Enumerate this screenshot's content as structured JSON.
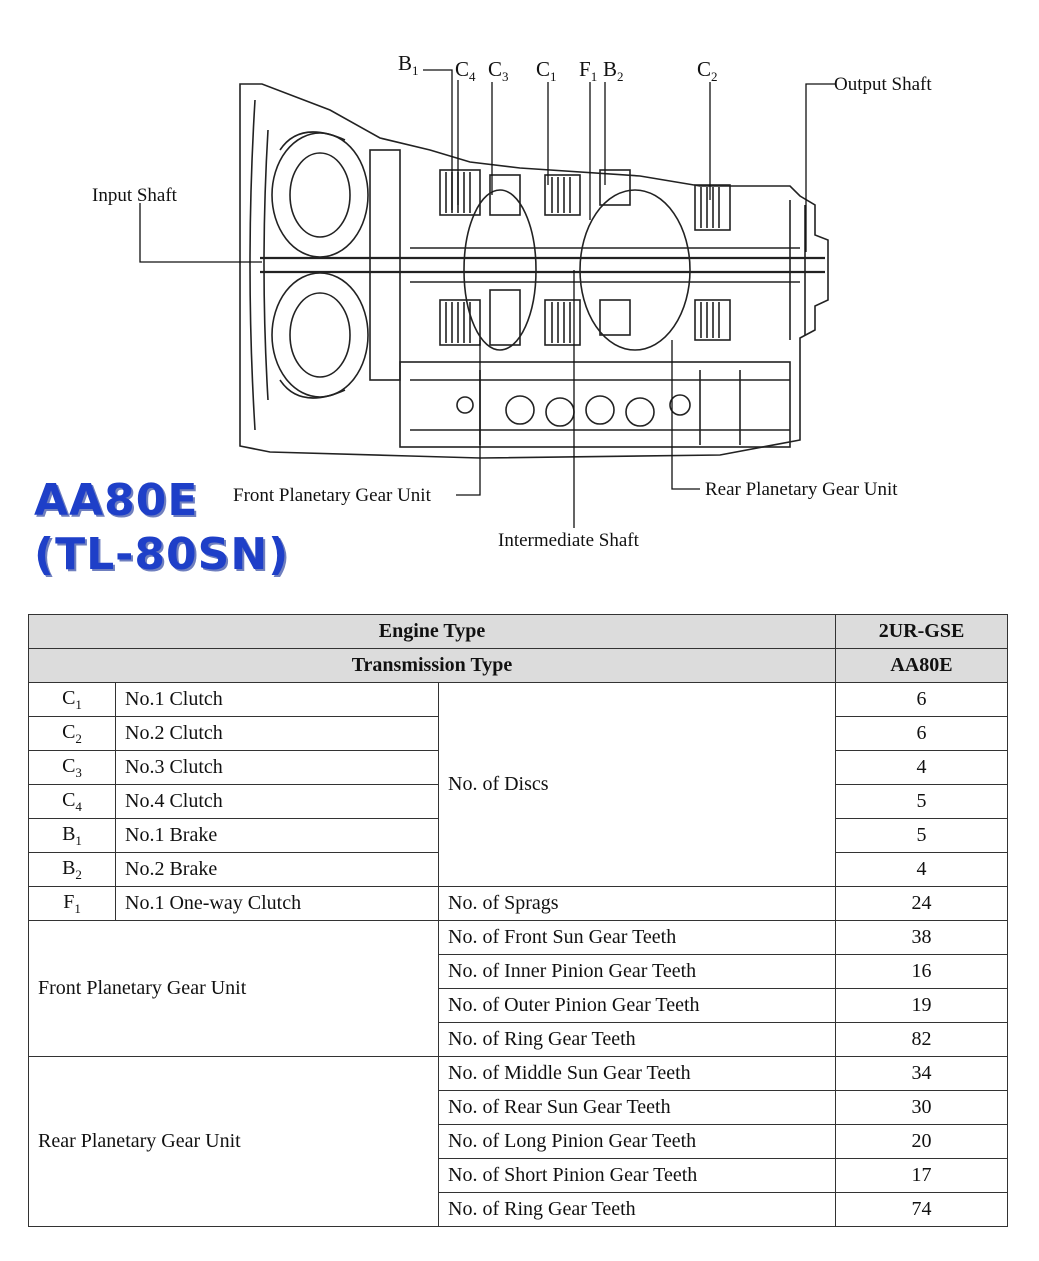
{
  "diagram": {
    "labels": {
      "input_shaft": "Input Shaft",
      "output_shaft": "Output Shaft",
      "front_planetary": "Front Planetary Gear Unit",
      "rear_planetary": "Rear Planetary Gear Unit",
      "intermediate_shaft": "Intermediate Shaft"
    },
    "component_codes": [
      {
        "letter": "B",
        "sub": "1"
      },
      {
        "letter": "C",
        "sub": "4"
      },
      {
        "letter": "C",
        "sub": "3"
      },
      {
        "letter": "C",
        "sub": "1"
      },
      {
        "letter": "F",
        "sub": "1"
      },
      {
        "letter": "B",
        "sub": "2"
      },
      {
        "letter": "C",
        "sub": "2"
      }
    ]
  },
  "title": {
    "line1": "AA80E",
    "line2": "(TL-80SN)"
  },
  "table": {
    "engine_type_label": "Engine Type",
    "engine_type_value": "2UR-GSE",
    "transmission_type_label": "Transmission Type",
    "transmission_type_value": "AA80E",
    "discs_label": "No. of Discs",
    "components": [
      {
        "letter": "C",
        "sub": "1",
        "name": "No.1 Clutch",
        "value": "6"
      },
      {
        "letter": "C",
        "sub": "2",
        "name": "No.2 Clutch",
        "value": "6"
      },
      {
        "letter": "C",
        "sub": "3",
        "name": "No.3 Clutch",
        "value": "4"
      },
      {
        "letter": "C",
        "sub": "4",
        "name": "No.4 Clutch",
        "value": "5"
      },
      {
        "letter": "B",
        "sub": "1",
        "name": "No.1 Brake",
        "value": "5"
      },
      {
        "letter": "B",
        "sub": "2",
        "name": "No.2 Brake",
        "value": "4"
      }
    ],
    "one_way": {
      "letter": "F",
      "sub": "1",
      "name": "No.1 One-way Clutch",
      "spec": "No. of Sprags",
      "value": "24"
    },
    "front_unit": {
      "name": "Front Planetary Gear Unit",
      "rows": [
        {
          "spec": "No. of Front Sun Gear Teeth",
          "value": "38"
        },
        {
          "spec": "No. of Inner Pinion Gear Teeth",
          "value": "16"
        },
        {
          "spec": "No. of Outer Pinion Gear Teeth",
          "value": "19"
        },
        {
          "spec": "No. of Ring Gear Teeth",
          "value": "82"
        }
      ]
    },
    "rear_unit": {
      "name": "Rear Planetary Gear Unit",
      "rows": [
        {
          "spec": "No. of Middle Sun Gear Teeth",
          "value": "34"
        },
        {
          "spec": "No. of Rear Sun Gear Teeth",
          "value": "30"
        },
        {
          "spec": "No. of Long Pinion Gear Teeth",
          "value": "20"
        },
        {
          "spec": "No. of Short Pinion Gear Teeth",
          "value": "17"
        },
        {
          "spec": "No. of Ring Gear Teeth",
          "value": "74"
        }
      ]
    }
  }
}
